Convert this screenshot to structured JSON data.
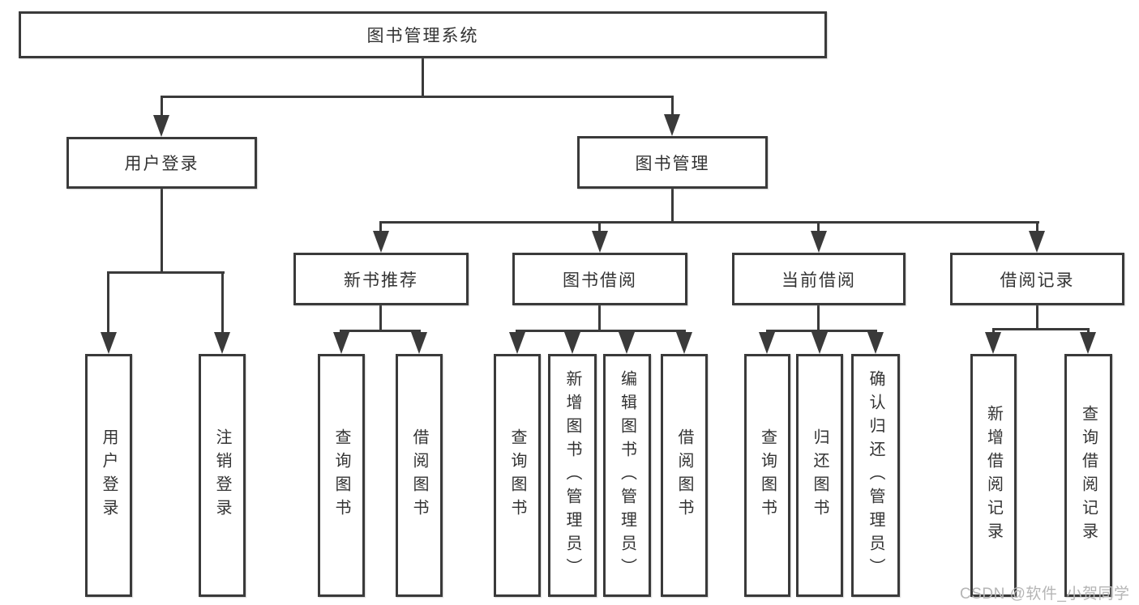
{
  "diagram": {
    "title": "图书管理系统",
    "watermark": "CSDN @软件_小贺同学",
    "colors": {
      "line": "#3a3a3a",
      "text": "#333333",
      "watermark": "#b5b5b5",
      "background": "#ffffff"
    },
    "nodes": {
      "root": "图书管理系统",
      "user_login": "用户登录",
      "book_mgmt": "图书管理",
      "new_book_rec": "新书推荐",
      "book_borrow": "图书借阅",
      "current_borrow": "当前借阅",
      "borrow_record": "借阅记录",
      "leaf_user_login": "用户登录",
      "leaf_logout": "注销登录",
      "leaf_query_book_newrec": "查询图书",
      "leaf_borrow_book_newrec": "借阅图书",
      "leaf_query_book_borrow": "查询图书",
      "leaf_add_book": "新增图书（管理员）",
      "leaf_edit_book": "编辑图书（管理员）",
      "leaf_borrow_book": "借阅图书",
      "leaf_query_book_current": "查询图书",
      "leaf_return_book": "归还图书",
      "leaf_confirm_return": "确认归还（管理员）",
      "leaf_add_record": "新增借阅记录",
      "leaf_query_record": "查询借阅记录"
    }
  }
}
